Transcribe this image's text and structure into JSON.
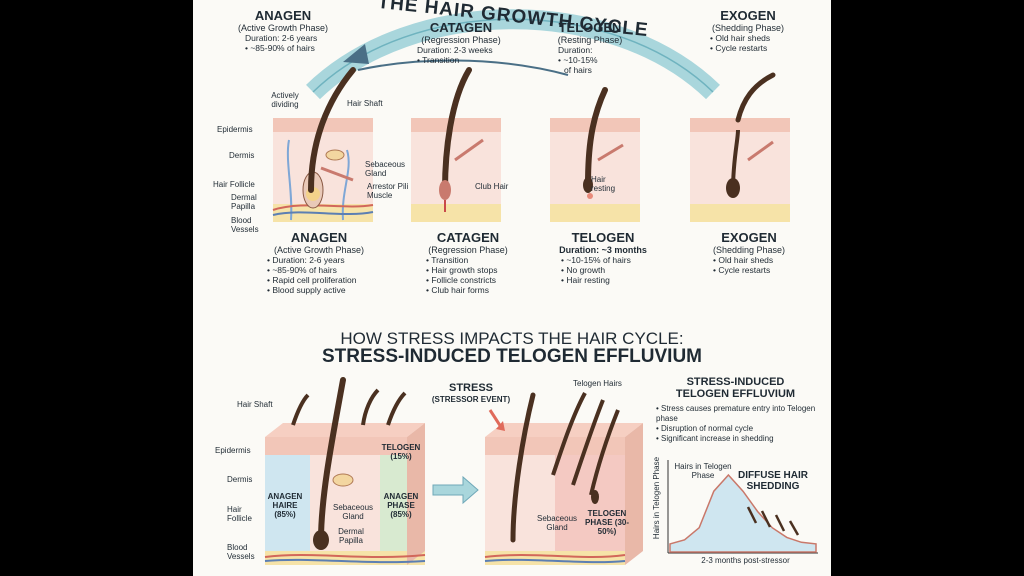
{
  "title": "THE HAIR GROWTH CYCLE",
  "phases_top": [
    {
      "name": "ANAGEN",
      "sub": "(Active Growth Phase)",
      "items": [
        "Duration: 2-6 years",
        "• ~85-90% of hairs"
      ]
    },
    {
      "name": "CATAGEN",
      "sub": "(Regression Phase)",
      "items": [
        "Duration: 2-3 weeks",
        "• Transition"
      ]
    },
    {
      "name": "TELOGEN",
      "sub": "(Resting Phase)",
      "items": [
        "Duration:",
        "• ~10-15%",
        "of hairs"
      ]
    },
    {
      "name": "EXOGEN",
      "sub": "(Shedding Phase)",
      "items": [
        "• Old hair sheds",
        "• Cycle restarts"
      ]
    }
  ],
  "phases_bottom": [
    {
      "name": "ANAGEN",
      "sub": "(Active Growth Phase)",
      "items": [
        "Duration: 2-6 years",
        "~85-90% of hairs",
        "Rapid cell proliferation",
        "Blood supply active"
      ]
    },
    {
      "name": "CATAGEN",
      "sub": "(Regression Phase)",
      "items": [
        "Transition",
        "Hair growth stops",
        "Follicle constricts",
        "Club hair forms"
      ]
    },
    {
      "name": "TELOGEN",
      "sub": "Duration: ~3 months",
      "items": [
        "~10-15% of hairs",
        "No growth",
        "Hair resting"
      ]
    },
    {
      "name": "EXOGEN",
      "sub": "(Shedding Phase)",
      "items": [
        "Old hair sheds",
        "Cycle restarts"
      ]
    }
  ],
  "anatomy_top": {
    "actively_dividing": "Actively dividing",
    "hair_shaft": "Hair Shaft",
    "epidermis": "Epidermis",
    "dermis": "Dermis",
    "hair_follicle": "Hair Follicle",
    "dermal_papilla": "Dermal Papilla",
    "blood_vessels": "Blood Vessels",
    "sebaceous_gland": "Sebaceous Gland",
    "arrestor_pili": "Arrestor Pili Muscle",
    "club_hair": "Club Hair",
    "hair_resting": "Hair resting"
  },
  "stress_heading_1": "HOW STRESS IMPACTS THE HAIR CYCLE:",
  "stress_heading_2": "STRESS-INDUCED TELOGEN EFFLUVIUM",
  "stress_left": {
    "hair_shaft": "Hair Shaft",
    "epidermis": "Epidermis",
    "dermis": "Dermis",
    "hair_follicle": "Hair Follicle",
    "blood_vessels": "Blood Vessels",
    "telogen_box": "TELOGEN (15%)",
    "anagen_haire": "ANAGEN HAIRE (85%)",
    "anagen_phase": "ANAGEN PHASE (85%)",
    "sebaceous_gland": "Sebaceous Gland",
    "dermal_papilla": "Dermal Papilla"
  },
  "stress_right": {
    "stress": "STRESS",
    "stressor_event": "(STRESSOR EVENT)",
    "telogen_hairs": "Telogen Hairs",
    "sebaceous_gland": "Sebaceous Gland",
    "telogen_phase": "TELOGEN PHASE (30-50%)"
  },
  "effluvium": {
    "title_1": "STRESS-INDUCED",
    "title_2": "TELOGEN EFFLUVIUM",
    "items": [
      "Stress causes premature entry into Telogen phase",
      "Disruption of normal cycle",
      "Significant increase in shedding"
    ]
  },
  "chart_data": {
    "type": "area",
    "ylabel": "Hairs in Telogen Phase",
    "xlabel": "2-3 months post-stressor",
    "peak_label": "Hairs in Telogen Phase",
    "annotation": "DIFFUSE HAIR SHEDDING",
    "grid": false,
    "x": [
      0,
      1,
      2,
      3,
      4,
      5,
      6,
      7,
      8,
      9,
      10
    ],
    "y": [
      1,
      1.5,
      3,
      7.5,
      9.5,
      7.5,
      5,
      3,
      1.8,
      1.2,
      1
    ]
  },
  "colors": {
    "skin": "#f6d3c8",
    "dermis": "#f9e3dc",
    "fat": "#f6e3a8",
    "hair": "#4a3020",
    "arrow": "#a9d6dc",
    "anagen_bg": "#cfe6f0",
    "telogen_bg": "#d8ead0",
    "telogen_right_bg": "#f4c9c2"
  }
}
